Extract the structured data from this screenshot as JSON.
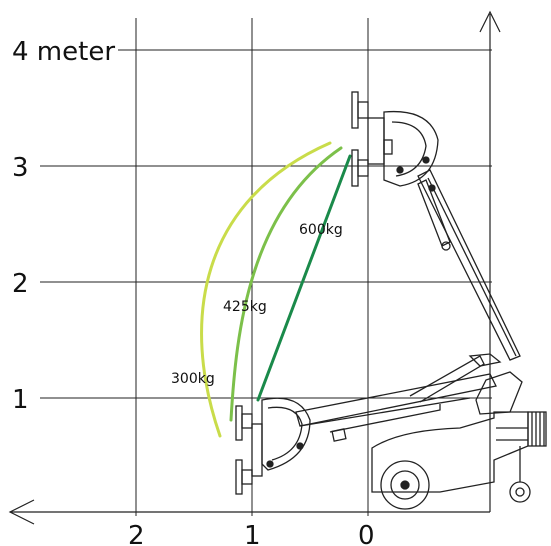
{
  "y_axis": {
    "tick_labels": [
      "1",
      "2",
      "3",
      "4 meter"
    ]
  },
  "x_axis": {
    "tick_labels": [
      "2",
      "1",
      "0"
    ]
  },
  "load_curves": [
    {
      "label": "600kg",
      "color": "#1a8a4a"
    },
    {
      "label": "425kg",
      "color": "#7cc04a"
    },
    {
      "label": "300kg",
      "color": "#c9dc4a"
    }
  ],
  "machine": {
    "icons": [
      "vacuum-lifter-head-icon",
      "telescopic-boom-icon",
      "mini-crane-base-icon"
    ]
  }
}
